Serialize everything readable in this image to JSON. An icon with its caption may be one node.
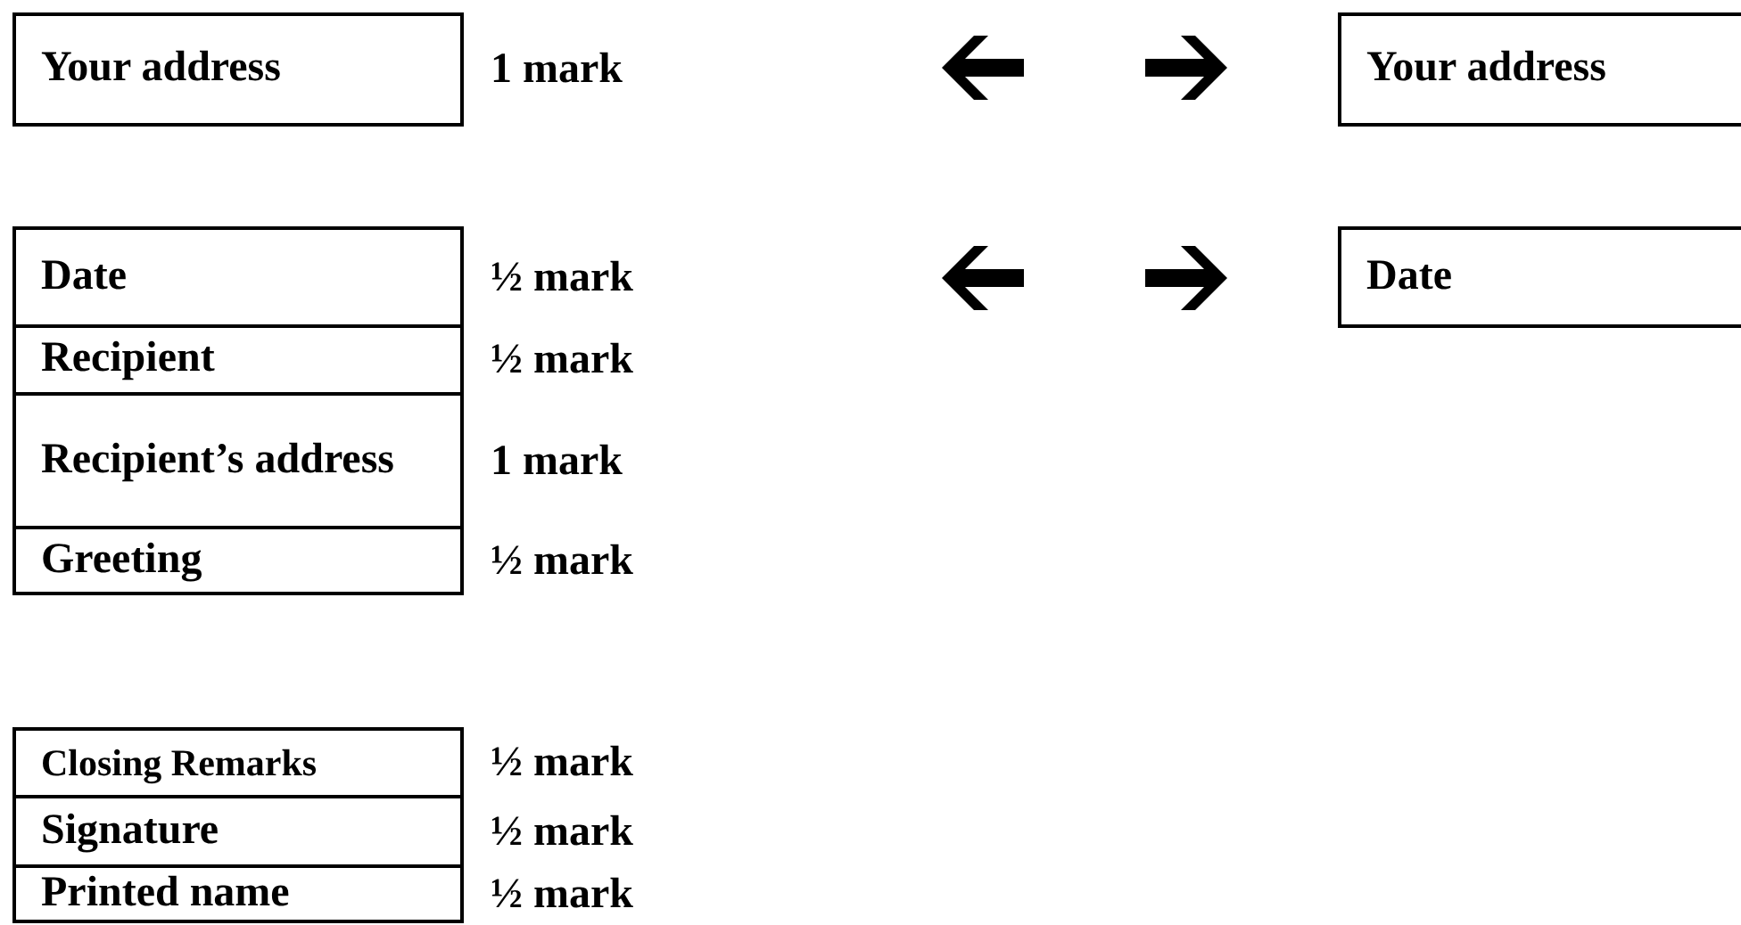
{
  "diagram": {
    "nodes": [
      {
        "text": [
          "Your address"
        ],
        "beside": [
          "1 mark"
        ]
      },
      {
        "text": [
          "Your address"
        ]
      },
      {
        "text": [
          "Date"
        ],
        "beside": [
          "½ mark"
        ]
      },
      {
        "text": [
          "Date"
        ]
      },
      {
        "text": [
          "Recipient"
        ],
        "beside": [
          "½ mark"
        ]
      },
      {
        "text": [
          "Recipient’s address"
        ],
        "beside": [
          "1 mark"
        ]
      },
      {
        "text": [
          "Greeting"
        ],
        "beside": [
          "½ mark"
        ]
      },
      {
        "text": [
          "Closing Remarks"
        ],
        "beside": [
          "½ mark"
        ]
      },
      {
        "text": [
          "Signature"
        ],
        "beside": [
          "½ mark"
        ]
      },
      {
        "text": [
          "Printed name"
        ],
        "beside": [
          "½ mark"
        ]
      }
    ]
  }
}
